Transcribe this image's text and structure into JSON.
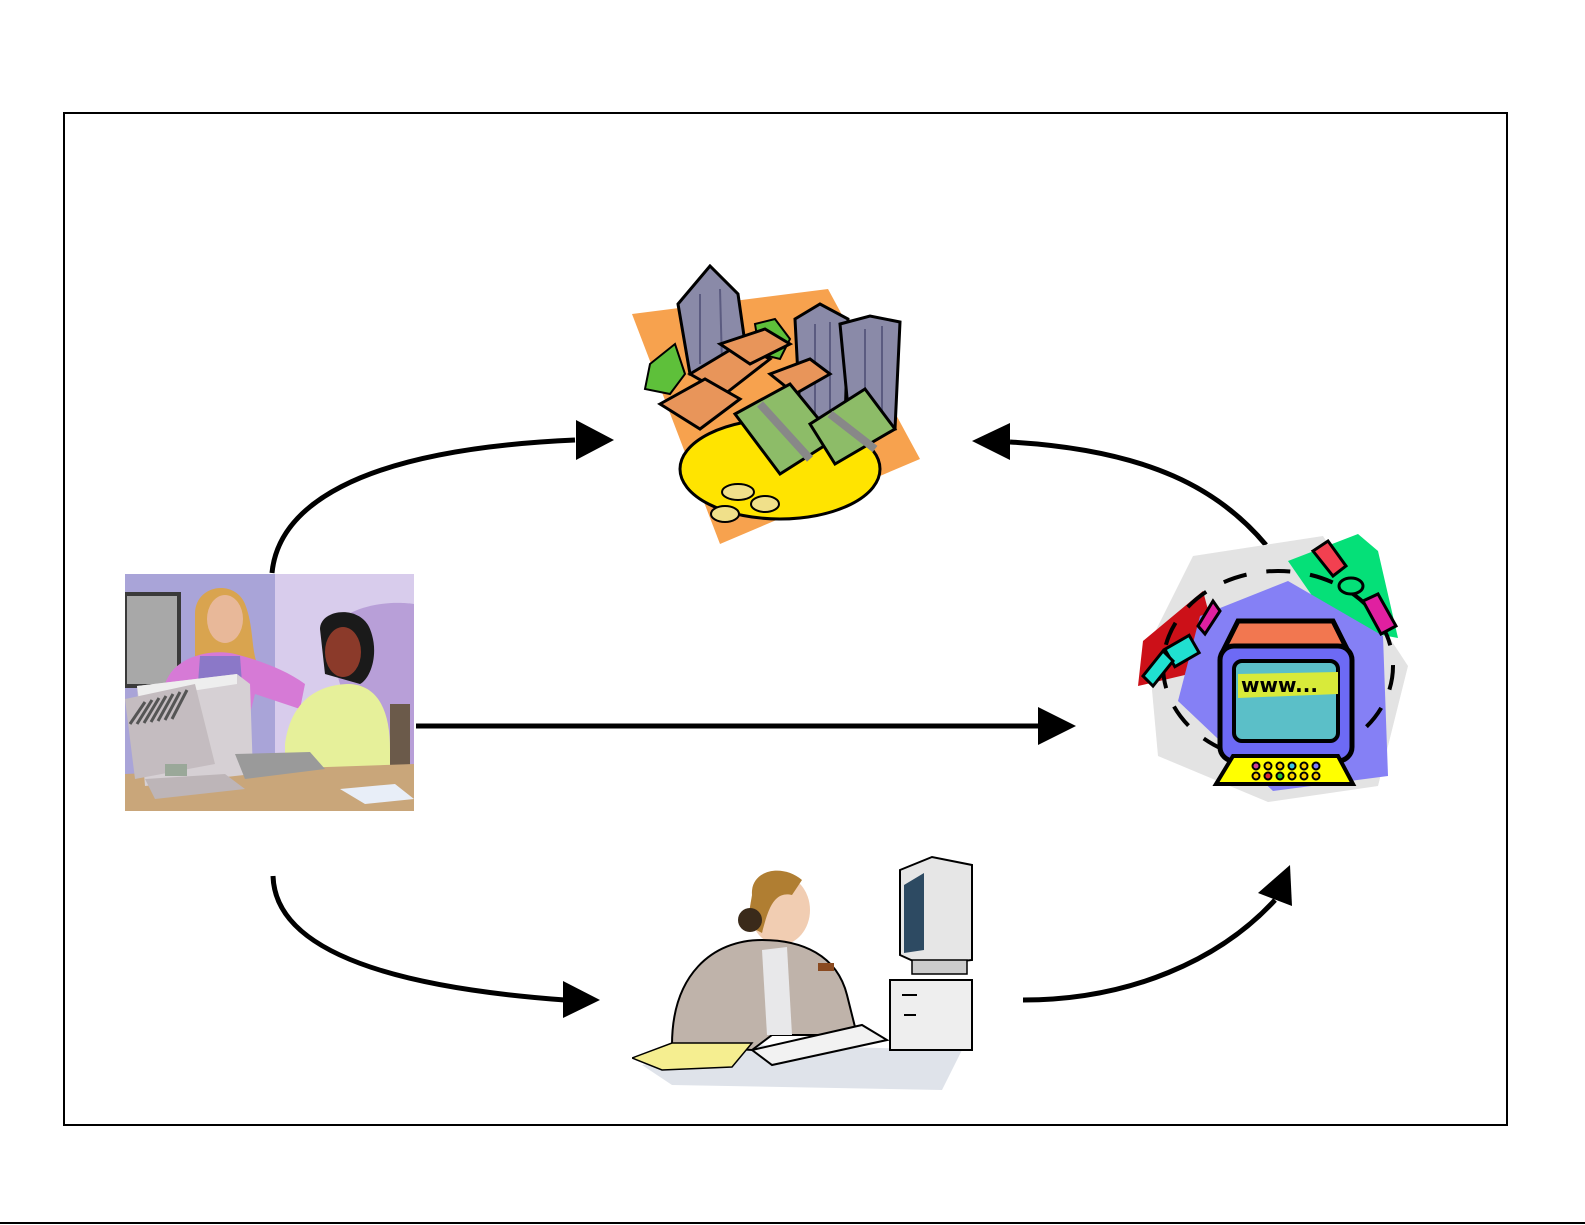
{
  "diagram": {
    "nodes": [
      {
        "id": "team",
        "label": "two-women-at-computer-clipart"
      },
      {
        "id": "finance",
        "label": "money-gold-buildings-clipart"
      },
      {
        "id": "internet",
        "label": "internet-computer-satellites-clipart",
        "screen_text": "www..."
      },
      {
        "id": "worker",
        "label": "businesswoman-at-computer-clipart"
      }
    ],
    "edges": [
      {
        "from": "team",
        "to": "finance",
        "shape": "curved"
      },
      {
        "from": "internet",
        "to": "finance",
        "shape": "curved"
      },
      {
        "from": "team",
        "to": "internet",
        "shape": "straight"
      },
      {
        "from": "team",
        "to": "worker",
        "shape": "curved"
      },
      {
        "from": "worker",
        "to": "internet",
        "shape": "curved"
      }
    ],
    "colors": {
      "stroke": "#000000",
      "background": "#ffffff"
    }
  }
}
